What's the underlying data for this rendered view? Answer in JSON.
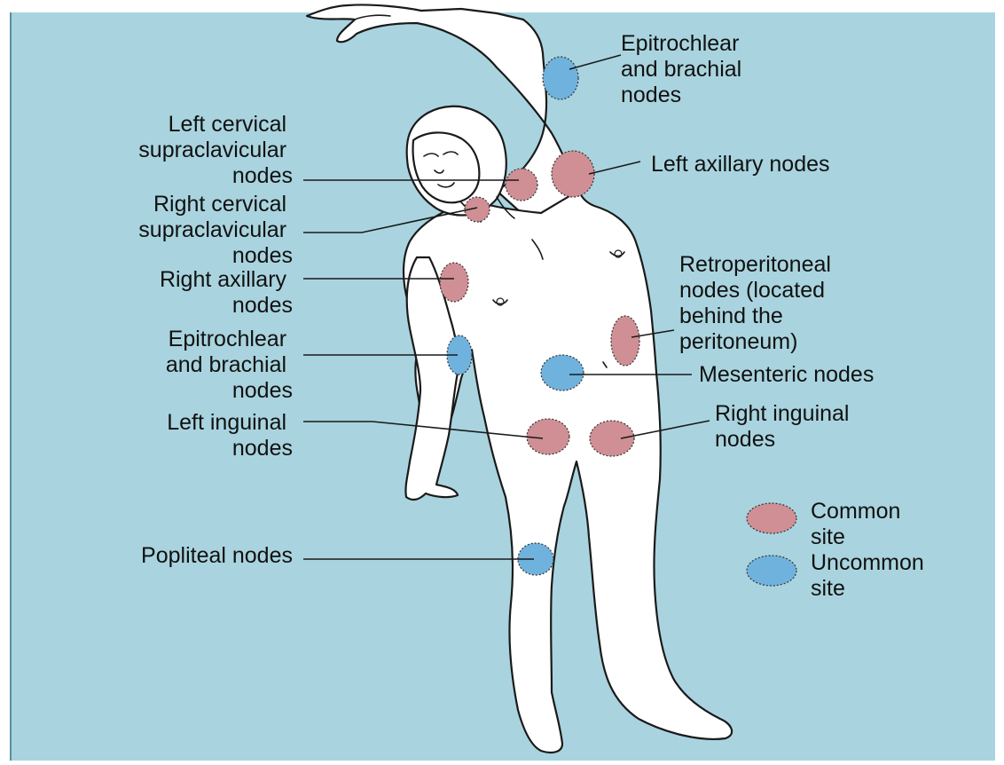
{
  "colors": {
    "background": "#a9d4df",
    "common": "#cf8f95",
    "uncommon": "#6fb2dd",
    "body": "#ffffff",
    "line": "#1a1a1a"
  },
  "labels": {
    "epitrochlear_upper": [
      "Epitrochlear",
      "and brachial",
      "nodes"
    ],
    "left_cervical": [
      "Left cervical",
      "supraclavicular",
      "nodes"
    ],
    "right_cervical": [
      "Right cervical",
      "supraclavicular",
      "nodes"
    ],
    "right_axillary": [
      "Right axillary",
      "nodes"
    ],
    "epitrochlear_lower": [
      "Epitrochlear",
      "and brachial",
      "nodes"
    ],
    "left_inguinal": [
      "Left inguinal",
      "nodes"
    ],
    "popliteal": [
      "Popliteal nodes"
    ],
    "left_axillary": [
      "Left axillary nodes"
    ],
    "retroperitoneal": [
      "Retroperitoneal",
      "nodes (located",
      "behind the",
      "peritoneum)"
    ],
    "mesenteric": [
      "Mesenteric nodes"
    ],
    "right_inguinal": [
      "Right inguinal",
      "nodes"
    ]
  },
  "legend": {
    "common": [
      "Common",
      "site"
    ],
    "uncommon": [
      "Uncommon",
      "site"
    ]
  }
}
